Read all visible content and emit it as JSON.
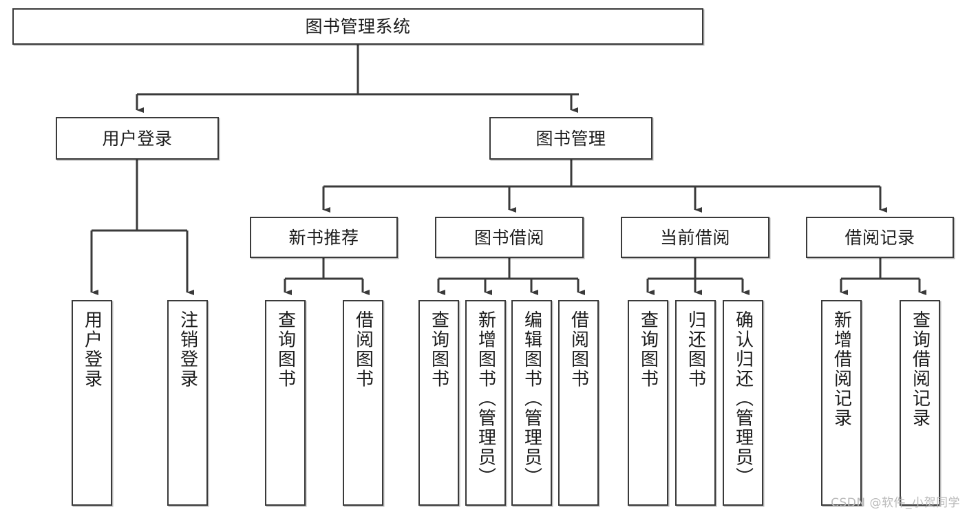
{
  "diagram": {
    "title": "图书管理系统",
    "type": "tree",
    "watermark": "CSDN @软件_小贺同学",
    "colors": {
      "box_border": "#3a3a3a",
      "box_fill": "#ffffff",
      "edge": "#3a3a3a",
      "text": "#1b1b1b",
      "watermark": "#b9b9b9"
    },
    "nodes": {
      "root": {
        "label": "图书管理系统",
        "level": 1,
        "orientation": "horizontal"
      },
      "l2": [
        {
          "id": "user-login",
          "label": "用户登录",
          "level": 2,
          "orientation": "horizontal"
        },
        {
          "id": "book-management",
          "label": "图书管理",
          "level": 2,
          "orientation": "horizontal"
        }
      ],
      "l3": [
        {
          "id": "new-book-recommend",
          "label": "新书推荐",
          "level": 3,
          "orientation": "horizontal"
        },
        {
          "id": "book-borrow",
          "label": "图书借阅",
          "level": 3,
          "orientation": "horizontal"
        },
        {
          "id": "current-borrow",
          "label": "当前借阅",
          "level": 3,
          "orientation": "horizontal"
        },
        {
          "id": "borrow-record",
          "label": "借阅记录",
          "level": 3,
          "orientation": "horizontal"
        }
      ],
      "leaves": [
        {
          "id": "leaf-user-login",
          "label": "用户登录",
          "parent": "user-login",
          "orientation": "vertical"
        },
        {
          "id": "leaf-user-logout",
          "label": "注销登录",
          "parent": "user-login",
          "orientation": "vertical"
        },
        {
          "id": "leaf-query-book-1",
          "label": "查询图书",
          "parent": "new-book-recommend",
          "orientation": "vertical"
        },
        {
          "id": "leaf-borrow-book-1",
          "label": "借阅图书",
          "parent": "new-book-recommend",
          "orientation": "vertical"
        },
        {
          "id": "leaf-query-book-2",
          "label": "查询图书",
          "parent": "book-borrow",
          "orientation": "vertical"
        },
        {
          "id": "leaf-add-book",
          "label": "新增图书（管理员）",
          "parent": "book-borrow",
          "orientation": "vertical"
        },
        {
          "id": "leaf-edit-book",
          "label": "编辑图书（管理员）",
          "parent": "book-borrow",
          "orientation": "vertical"
        },
        {
          "id": "leaf-borrow-book-2",
          "label": "借阅图书",
          "parent": "book-borrow",
          "orientation": "vertical"
        },
        {
          "id": "leaf-query-book-3",
          "label": "查询图书",
          "parent": "current-borrow",
          "orientation": "vertical"
        },
        {
          "id": "leaf-return-book",
          "label": "归还图书",
          "parent": "current-borrow",
          "orientation": "vertical"
        },
        {
          "id": "leaf-confirm-return",
          "label": "确认归还（管理员）",
          "parent": "current-borrow",
          "orientation": "vertical"
        },
        {
          "id": "leaf-add-record",
          "label": "新增借阅记录",
          "parent": "borrow-record",
          "orientation": "vertical"
        },
        {
          "id": "leaf-query-record",
          "label": "查询借阅记录",
          "parent": "borrow-record",
          "orientation": "vertical"
        }
      ]
    }
  }
}
